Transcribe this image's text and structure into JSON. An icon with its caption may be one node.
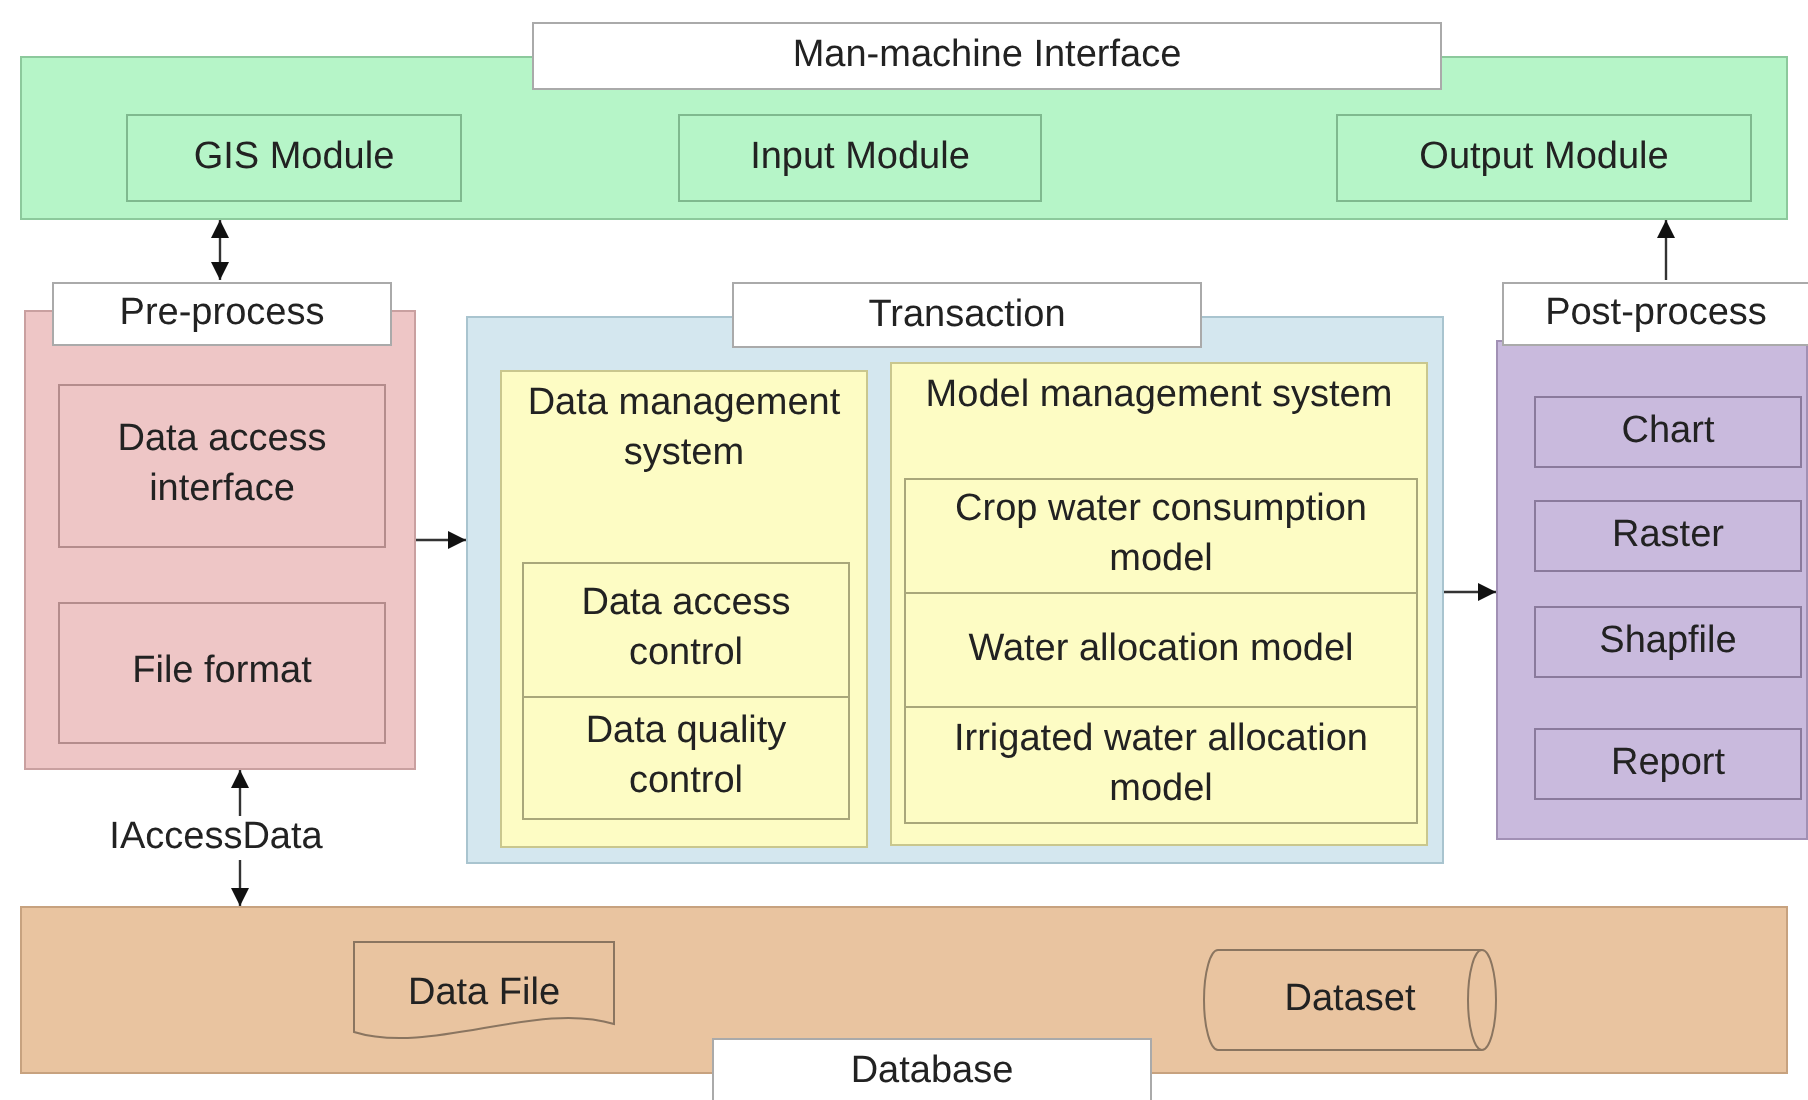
{
  "diagram": {
    "nodes": [
      {
        "text": [
          "Man-machine Interface"
        ]
      },
      {
        "text": [
          "GIS Module"
        ],
        "in": 0
      },
      {
        "text": [
          "Input Module"
        ],
        "in": 0
      },
      {
        "text": [
          "Output Module"
        ],
        "in": 0
      },
      {
        "text": [
          "Pre-process"
        ]
      },
      {
        "text": [
          "Data access interface"
        ],
        "in": 4
      },
      {
        "text": [
          "File format"
        ],
        "in": 4
      },
      {
        "text": [
          "Transaction"
        ]
      },
      {
        "text": [
          "Data management system"
        ],
        "in": 7
      },
      {
        "text": [
          "Data access control"
        ],
        "in": 8
      },
      {
        "text": [
          "Data quality control"
        ],
        "in": 8
      },
      {
        "text": [
          "Model management system"
        ],
        "in": 7
      },
      {
        "text": [
          "Crop water consumption model"
        ],
        "in": 11
      },
      {
        "text": [
          "Water allocation model"
        ],
        "in": 11
      },
      {
        "text": [
          "Irrigated water allocation model"
        ],
        "in": 11
      },
      {
        "text": [
          "Post-process"
        ]
      },
      {
        "text": [
          "Chart"
        ],
        "in": 15
      },
      {
        "text": [
          "Raster"
        ],
        "in": 15
      },
      {
        "text": [
          "Shapfile"
        ],
        "in": 15
      },
      {
        "text": [
          "Report"
        ],
        "in": 15
      },
      {
        "text": [
          "Database"
        ]
      },
      {
        "text": [
          "Data File"
        ],
        "in": 20
      },
      {
        "text": [
          "Dataset"
        ],
        "in": 20
      }
    ],
    "edges": [
      {
        "from": 0,
        "to": 4,
        "arrow": "both"
      },
      {
        "from": 4,
        "to": 7,
        "arrow": "to"
      },
      {
        "from": 7,
        "to": 15,
        "arrow": "to"
      },
      {
        "from": 15,
        "to": 0,
        "arrow": "to"
      },
      {
        "from": 20,
        "to": 4,
        "arrow": "both",
        "label": "IAccessData"
      }
    ]
  }
}
